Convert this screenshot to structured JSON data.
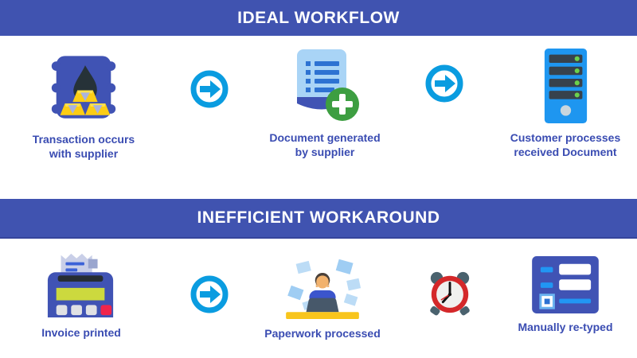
{
  "colors": {
    "banner_bg": "#4053b0",
    "banner_text": "#ffffff",
    "label_text": "#3a4cb2",
    "arrow_blue": "#0a9ce0",
    "background": "#ffffff"
  },
  "sections": [
    {
      "title": "IDEAL WORKFLOW",
      "steps": [
        {
          "icon": "oil-barrel-gold-icon",
          "label": "Transaction occurs\nwith supplier"
        },
        {
          "icon": "arrow-right-icon"
        },
        {
          "icon": "document-add-icon",
          "label": "Document generated\nby supplier"
        },
        {
          "icon": "arrow-right-icon"
        },
        {
          "icon": "server-icon",
          "label": "Customer processes\nreceived Document"
        }
      ]
    },
    {
      "title": "INEFFICIENT WORKAROUND",
      "steps": [
        {
          "icon": "invoice-printer-icon",
          "label": "Invoice printed"
        },
        {
          "icon": "arrow-right-icon"
        },
        {
          "icon": "paperwork-person-icon",
          "label": "Paperwork processed"
        },
        {
          "icon": "alarm-clock-icon"
        },
        {
          "icon": "retype-form-icon",
          "label": "Manually re-typed"
        }
      ]
    }
  ]
}
